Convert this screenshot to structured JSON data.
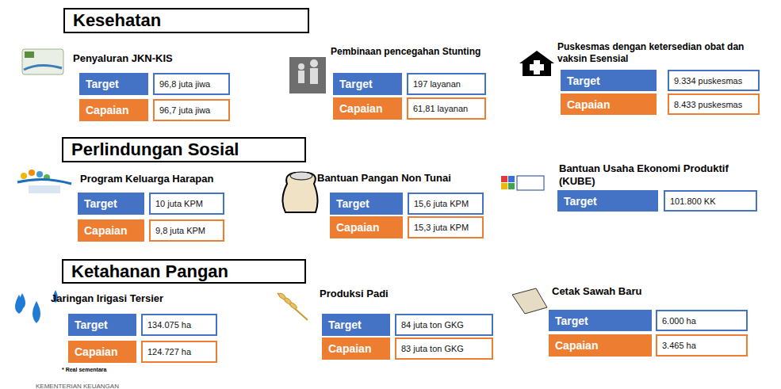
{
  "diagram": {
    "nodes": [
      {
        "text": [
          "Kesehatan"
        ]
      },
      {
        "text": [
          "Target"
        ]
      },
      {
        "text": [
          "96,8 juta jiwa"
        ]
      },
      {
        "text": [
          "Capaian"
        ]
      },
      {
        "text": [
          "96,7 juta jiwa"
        ]
      },
      {
        "text": [
          "Target"
        ]
      },
      {
        "text": [
          "197 layanan"
        ]
      },
      {
        "text": [
          "Capaian"
        ]
      },
      {
        "text": [
          "61,81 layanan"
        ]
      },
      {
        "text": [
          "Target"
        ]
      },
      {
        "text": [
          "9.334 puskesmas"
        ]
      },
      {
        "text": [
          "Capaian"
        ]
      },
      {
        "text": [
          "8.433 puskesmas"
        ]
      },
      {
        "text": [
          "Perlindungan Sosial"
        ]
      },
      {
        "text": [
          "Target"
        ]
      },
      {
        "text": [
          "10 juta KPM"
        ]
      },
      {
        "text": [
          "Capaian"
        ]
      },
      {
        "text": [
          "9,8 juta KPM"
        ]
      },
      {
        "text": [
          "Target"
        ]
      },
      {
        "text": [
          "15,6 juta KPM"
        ]
      },
      {
        "text": [
          "Capaian"
        ]
      },
      {
        "text": [
          "15,3 juta KPM"
        ]
      },
      {
        "text": [
          "Target"
        ]
      },
      {
        "text": [
          "101.800 KK"
        ]
      },
      {
        "text": [
          "Ketahanan Pangan"
        ]
      },
      {
        "text": [
          "Target"
        ]
      },
      {
        "text": [
          "134.075 ha"
        ]
      },
      {
        "text": [
          "Capaian"
        ]
      },
      {
        "text": [
          "124.727 ha"
        ]
      },
      {
        "text": [
          "Target"
        ]
      },
      {
        "text": [
          "84 juta ton GKG"
        ]
      },
      {
        "text": [
          "Capaian"
        ]
      },
      {
        "text": [
          "83 juta ton GKG"
        ]
      },
      {
        "text": [
          "Target"
        ]
      },
      {
        "text": [
          "6.000 ha"
        ]
      },
      {
        "text": [
          "Capaian"
        ]
      },
      {
        "text": [
          "3.465 ha"
        ]
      }
    ],
    "labels": [
      "Penyaluran JKN-KIS",
      "Pembinaan pencegahan Stunting",
      "Puskesmas dengan ketersedian obat dan vaksin Esensial",
      "Program Keluarga Harapan",
      "Bantuan Pangan Non Tunai",
      "Bantuan Usaha Ekonomi Produktif (KUBE)",
      "Jaringan Irigasi Tersier",
      "Produksi Padi",
      "Cetak Sawah Baru",
      "* Real sementara",
      "KEMENTERIAN KEUANGAN"
    ]
  }
}
